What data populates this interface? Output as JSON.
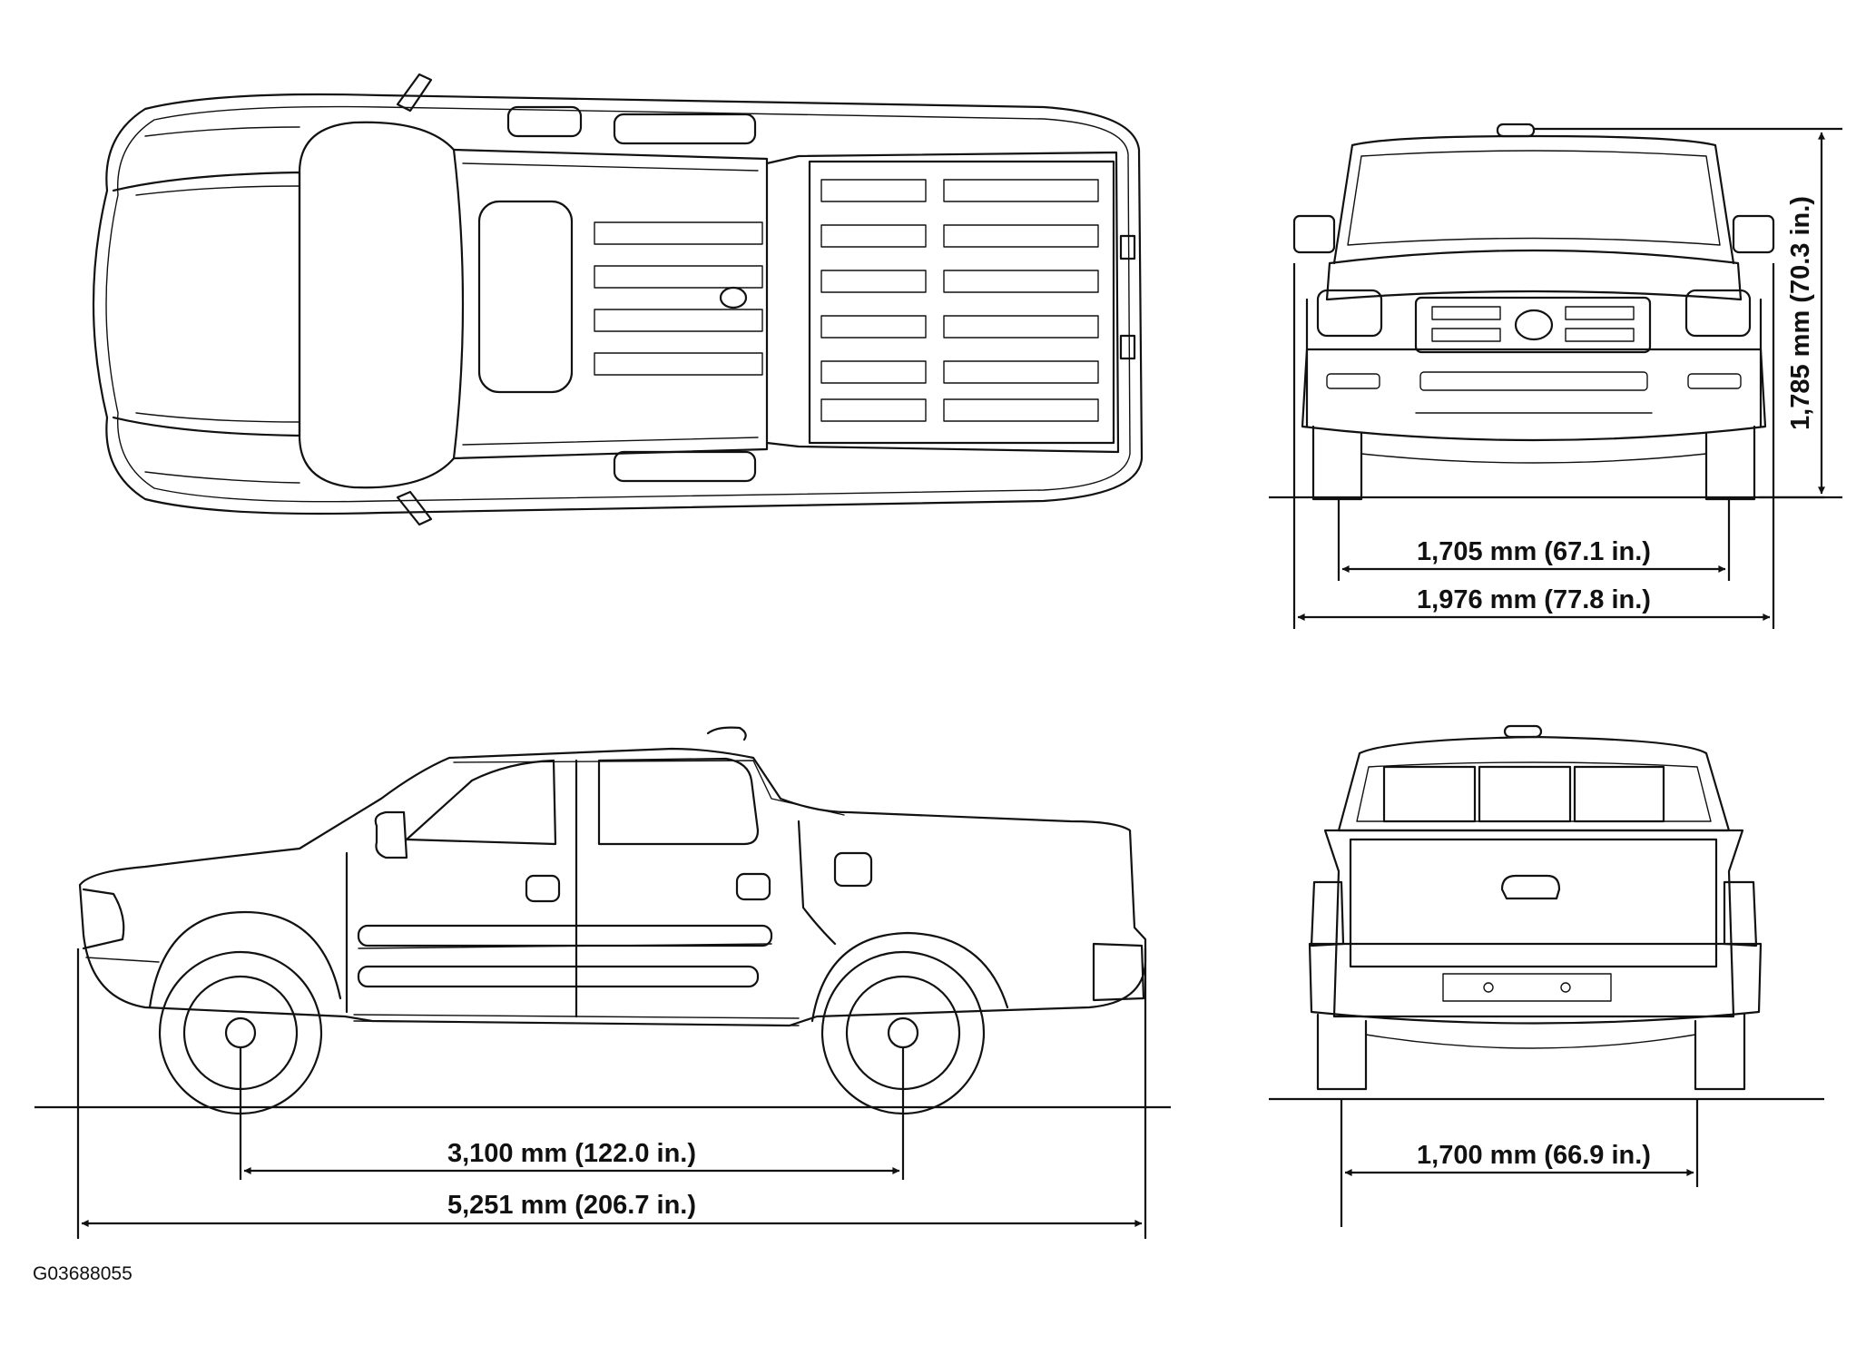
{
  "dimensions": {
    "front_track": "1,705 mm (67.1 in.)",
    "overall_width": "1,976 mm (77.8 in.)",
    "overall_height": "1,785 mm (70.3 in.)",
    "wheelbase": "3,100 mm (122.0 in.)",
    "overall_length": "5,251 mm (206.7 in.)",
    "rear_track": "1,700 mm (66.9 in.)"
  },
  "figure_code": "G03688055"
}
